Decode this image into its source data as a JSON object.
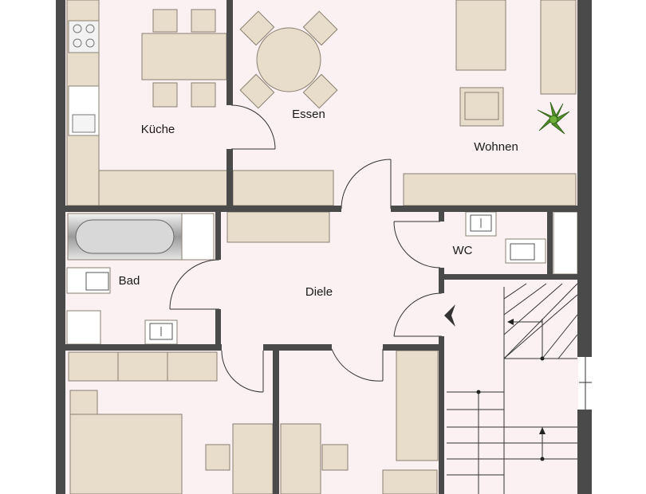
{
  "plan": {
    "rooms": [
      {
        "id": "kueche",
        "label": "Küche"
      },
      {
        "id": "essen",
        "label": "Essen"
      },
      {
        "id": "wohnen",
        "label": "Wohnen"
      },
      {
        "id": "bad",
        "label": "Bad"
      },
      {
        "id": "wc",
        "label": "WC"
      },
      {
        "id": "diele",
        "label": "Diele"
      }
    ]
  },
  "colors": {
    "wall": "#4a4a4a",
    "floor": "#fbf0f2",
    "furniture": "#e8dccb",
    "furniture_stroke": "#8a8070",
    "stair_line": "#333333",
    "plant": "#4f8f2a"
  }
}
